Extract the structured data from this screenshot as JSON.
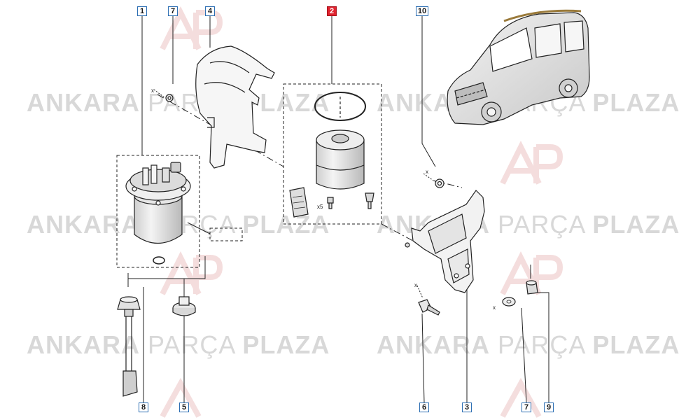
{
  "watermark": {
    "bold1": "ANKARA",
    "light": "PARÇA",
    "bold2": "PLAZA",
    "logo": "AP"
  },
  "callouts": [
    {
      "id": "c1",
      "label": "1",
      "highlight": false
    },
    {
      "id": "c7a",
      "label": "7",
      "highlight": false
    },
    {
      "id": "c4",
      "label": "4",
      "highlight": false
    },
    {
      "id": "c2",
      "label": "2",
      "highlight": true
    },
    {
      "id": "c10",
      "label": "10",
      "highlight": false
    },
    {
      "id": "c8",
      "label": "8",
      "highlight": false
    },
    {
      "id": "c5",
      "label": "5",
      "highlight": false
    },
    {
      "id": "c6",
      "label": "6",
      "highlight": false
    },
    {
      "id": "c3",
      "label": "3",
      "highlight": false
    },
    {
      "id": "c7b",
      "label": "7",
      "highlight": false
    },
    {
      "id": "c9",
      "label": "9",
      "highlight": false
    }
  ],
  "markers": {
    "x": "x",
    "x5": "x5"
  },
  "colors": {
    "callout_border": "#2d6fb3",
    "callout_highlight": "#e0242f",
    "line": "#222222",
    "watermark": "#d8d8d8"
  }
}
